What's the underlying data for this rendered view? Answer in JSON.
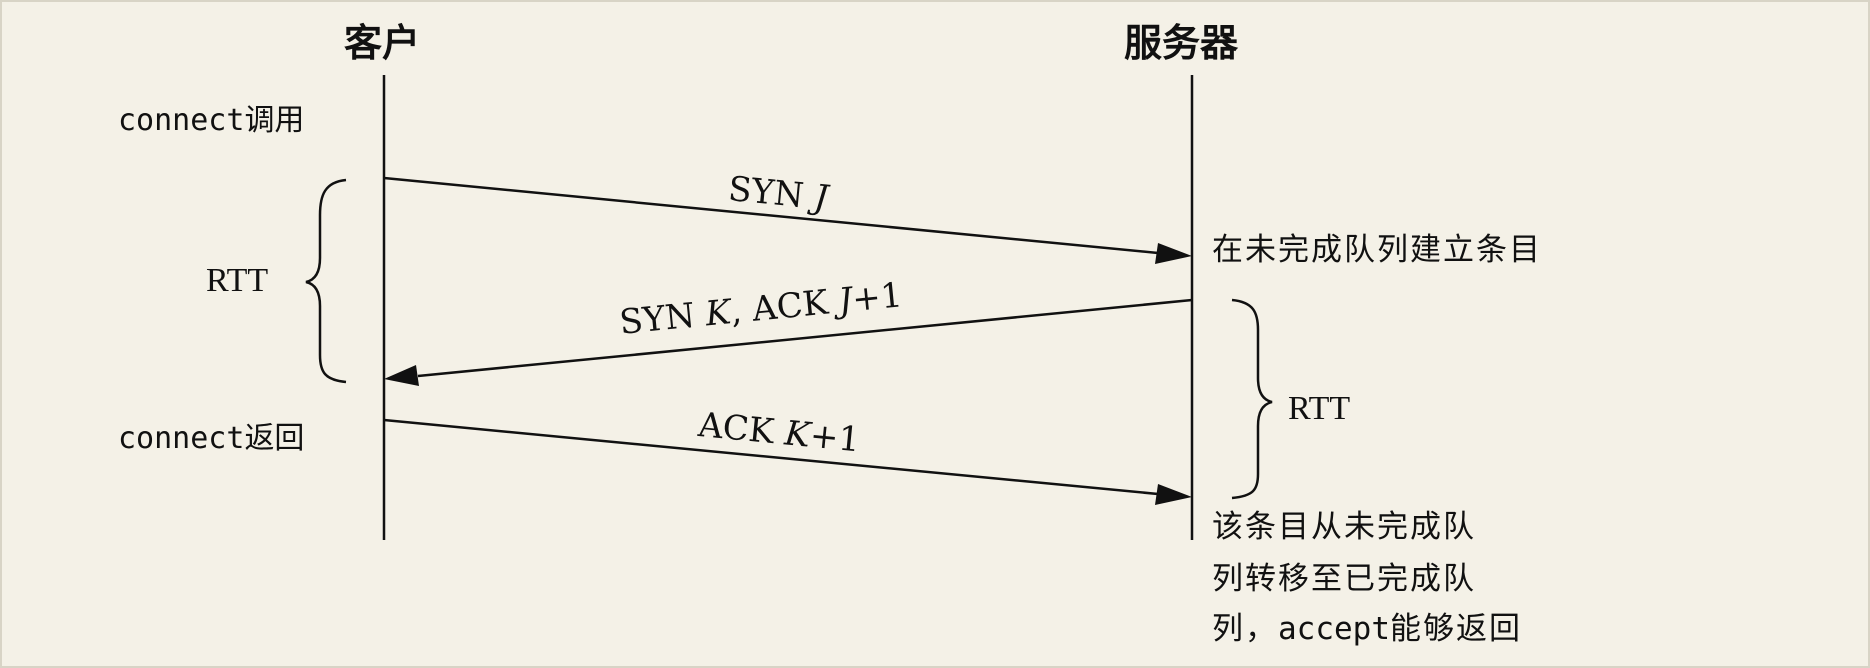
{
  "client": {
    "title": "客户"
  },
  "server": {
    "title": "服务器"
  },
  "client_notes": {
    "connect_call": {
      "code": "connect",
      "text": "调用"
    },
    "connect_return": {
      "code": "connect",
      "text": "返回"
    }
  },
  "messages": {
    "syn": {
      "prefix": "SYN ",
      "var": "J"
    },
    "synack": {
      "prefix": "SYN ",
      "var1": "K",
      "mid": ", ACK ",
      "var2": "J",
      "suffix": "+1"
    },
    "ack": {
      "prefix": "ACK ",
      "var": "K",
      "suffix": "+1"
    }
  },
  "rtt": {
    "client": "RTT",
    "server": "RTT"
  },
  "server_notes": {
    "incomplete": "在未完成队列建立条目",
    "move_line1": "该条目从未完成队",
    "move_line2": "列转移至已完成队",
    "move_line3_pre": "列，",
    "move_line3_code": "accept",
    "move_line3_post": "能够返回"
  }
}
